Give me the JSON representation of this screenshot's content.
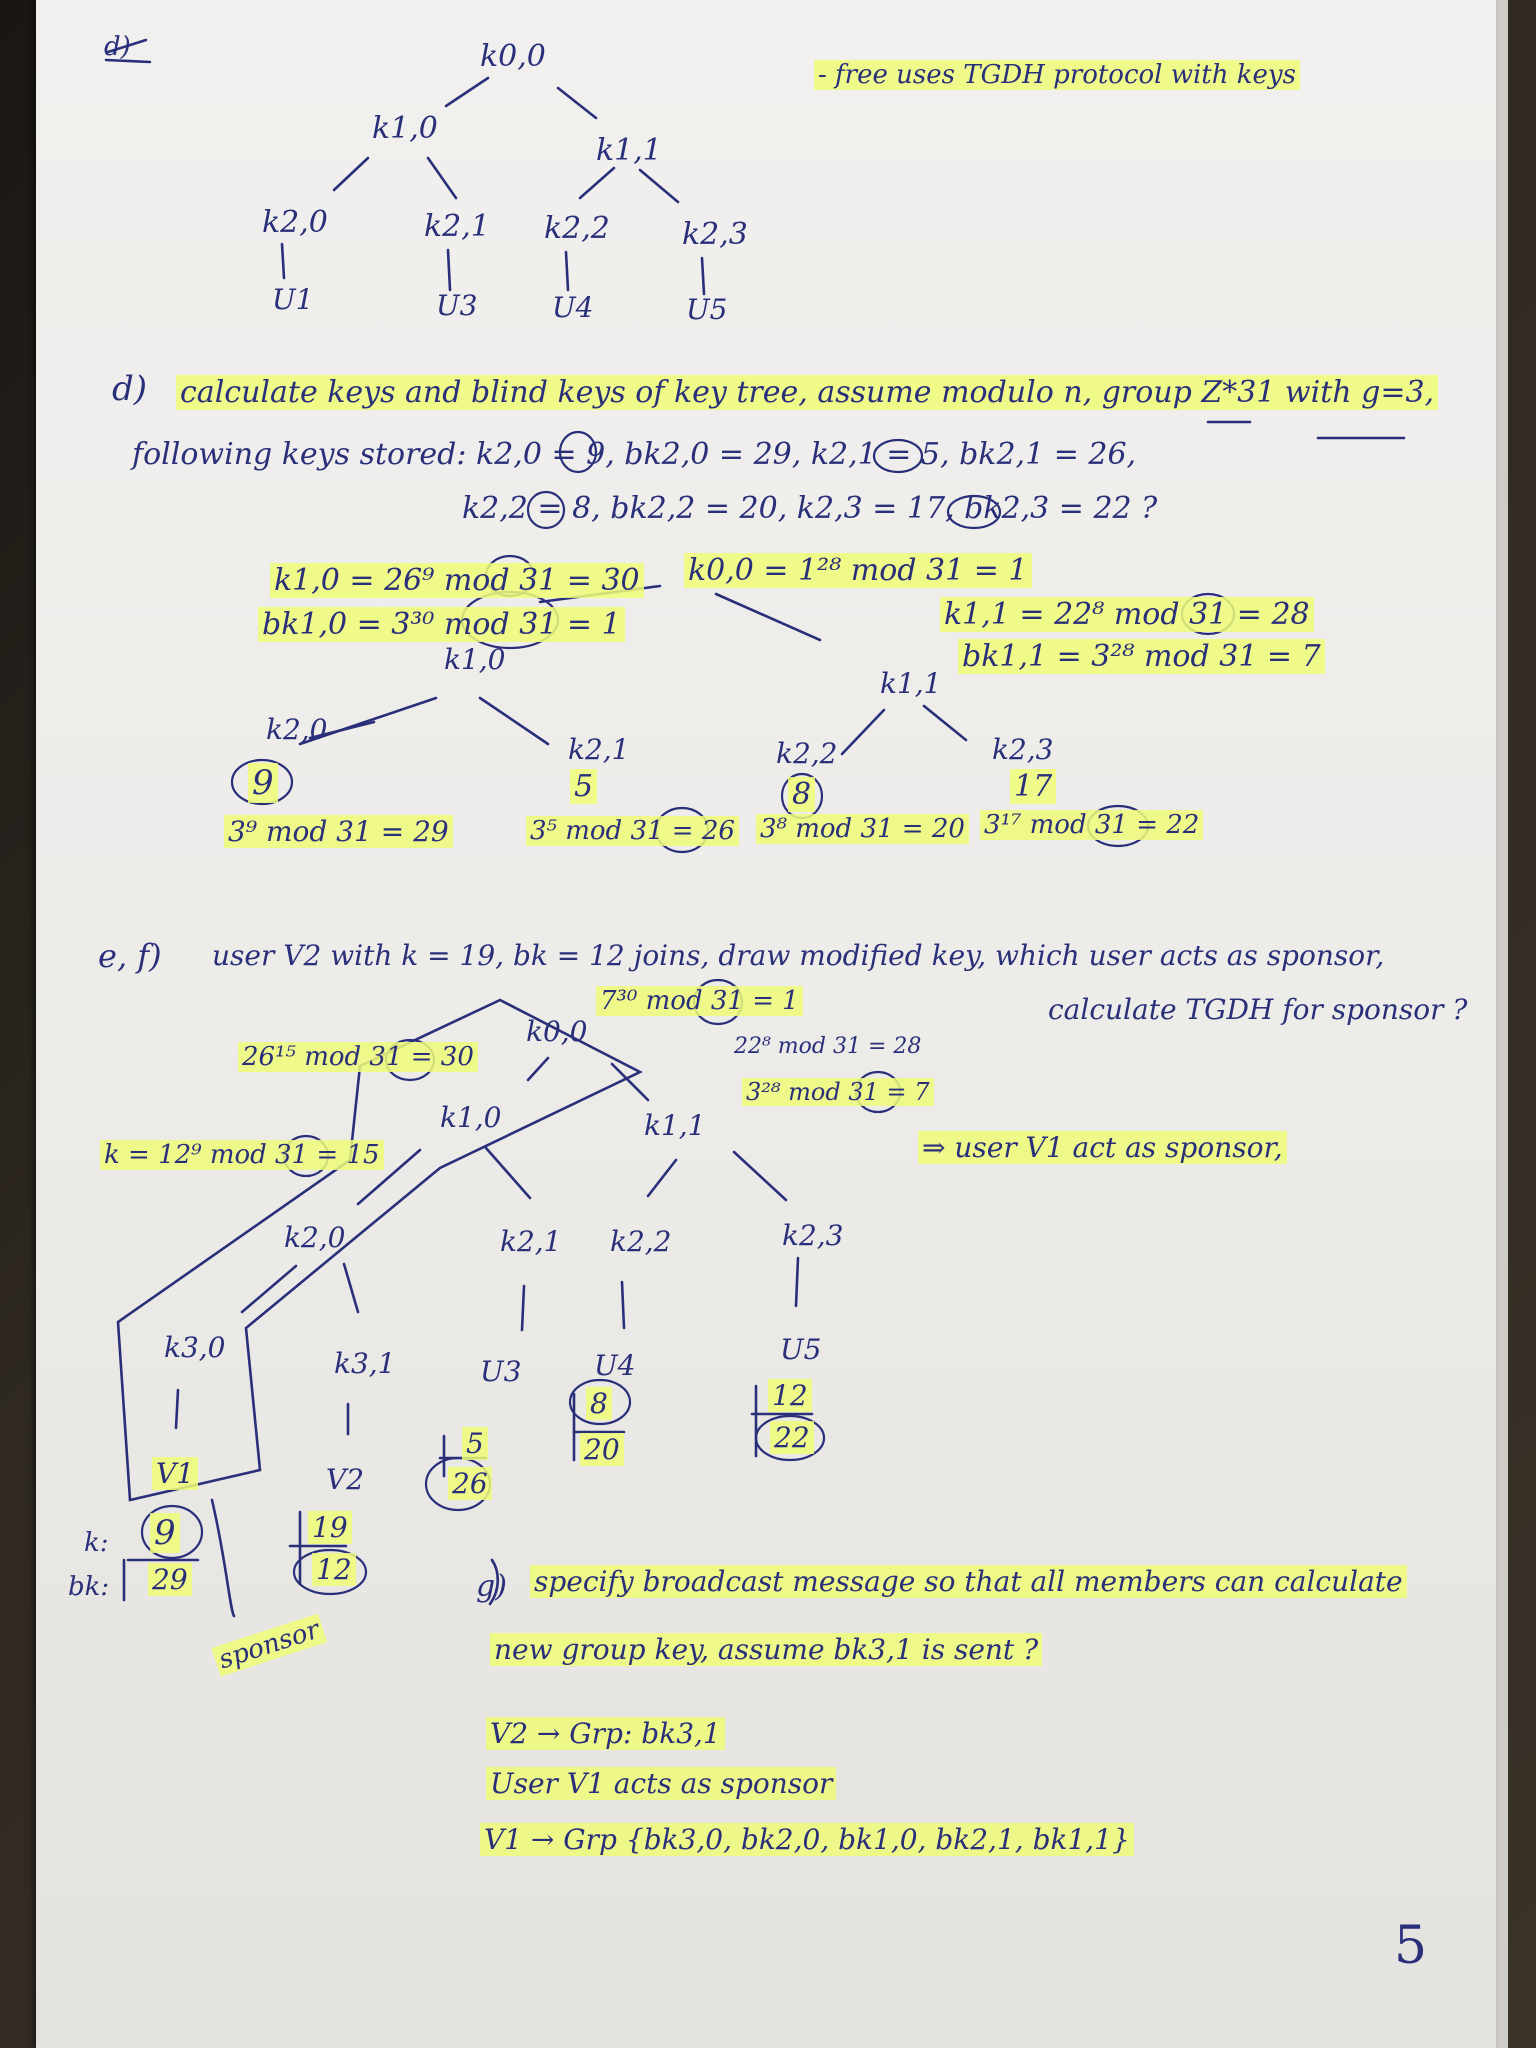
{
  "page": {
    "page_number": "5",
    "struck_mark": "d)"
  },
  "section_intro": {
    "note": "- free uses TGDH protocol with keys",
    "tree": {
      "root": "k0,0",
      "level1": [
        "k1,0",
        "k1,1"
      ],
      "level2": [
        "k2,0",
        "k2,1",
        "k2,2",
        "k2,3"
      ],
      "leaves": [
        "U1",
        "U3",
        "U4",
        "U5"
      ]
    }
  },
  "section_d": {
    "label": "d)",
    "question_line1": "calculate keys and blind keys of key tree, assume modulo n, group Z*31 with g=3,",
    "question_line2": "following keys stored: k2,0 = 9, bk2,0 = 29, k2,1 = 5, bk2,1 = 26,",
    "question_line3": "k2,2 = 8, bk2,2 = 20, k2,3 = 17, bk2,3 = 22 ?",
    "k10_eq": "k1,0 = 26⁹ mod 31 = 30",
    "bk10_eq": "bk1,0 = 3³⁰ mod 31 = 1",
    "k00_eq": "k0,0 = 1²⁸ mod 31 = 1",
    "k11_eq": "k1,1 = 22⁸ mod 31 = 28",
    "bk11_eq": "bk1,1 = 3²⁸ mod 31 = 7",
    "nodes": {
      "k10": "k1,0",
      "k11": "k1,1",
      "k20": "k2,0",
      "k21": "k2,1",
      "k22": "k2,2",
      "k23": "k2,3"
    },
    "keys": [
      "9",
      "5",
      "8",
      "17"
    ],
    "blind_keys": [
      "3⁹ mod 31 = 29",
      "3⁵ mod 31 = 26",
      "3⁸ mod 31 = 20",
      "3¹⁷ mod 31 = 22"
    ]
  },
  "section_ef": {
    "label": "e, f)",
    "question_line1": "user V2 with k = 19, bk = 12 joins, draw modified key, which user acts as sponsor,",
    "question_line2": "calculate TGDH for sponsor ?",
    "k00_eq": "7³⁰ mod 31 = 1",
    "k10_eq": "26¹⁵ mod 31 = 30",
    "k11_eq1": "22⁸ mod 31 = 28",
    "k11_eq2": "3²⁸ mod 31 = 7",
    "k_eq": "k = 12⁹ mod 31 = 15",
    "sponsor_note": "⇒ user V1 act as sponsor,",
    "nodes": {
      "k00": "k0,0",
      "k10": "k1,0",
      "k11": "k1,1",
      "k20": "k2,0",
      "k21": "k2,1",
      "k22": "k2,2",
      "k23": "k2,3",
      "k30": "k3,0",
      "k31": "k3,1"
    },
    "users": [
      "V1",
      "V2",
      "U3",
      "U4",
      "U5"
    ],
    "v1_k_label": "k:",
    "v1_bk_label": "bk:",
    "v1_k": "9",
    "v1_bk": "29",
    "v2_k": "19",
    "v2_bk": "12",
    "u3_k": "5",
    "u3_bk": "26",
    "u4_k": "8",
    "u4_bk": "20",
    "u5_k": "12",
    "u5_bk": "22",
    "sponsor_word": "sponsor"
  },
  "section_g": {
    "label": "g)",
    "question_line1": "specify broadcast message so that all members can calculate",
    "question_line2": "new group key, assume bk3,1 is sent ?",
    "answer1": "V2 → Grp: bk3,1",
    "answer2": "User V1 acts as sponsor",
    "answer3": "V1 → Grp {bk3,0, bk2,0, bk1,0, bk2,1, bk1,1}"
  }
}
